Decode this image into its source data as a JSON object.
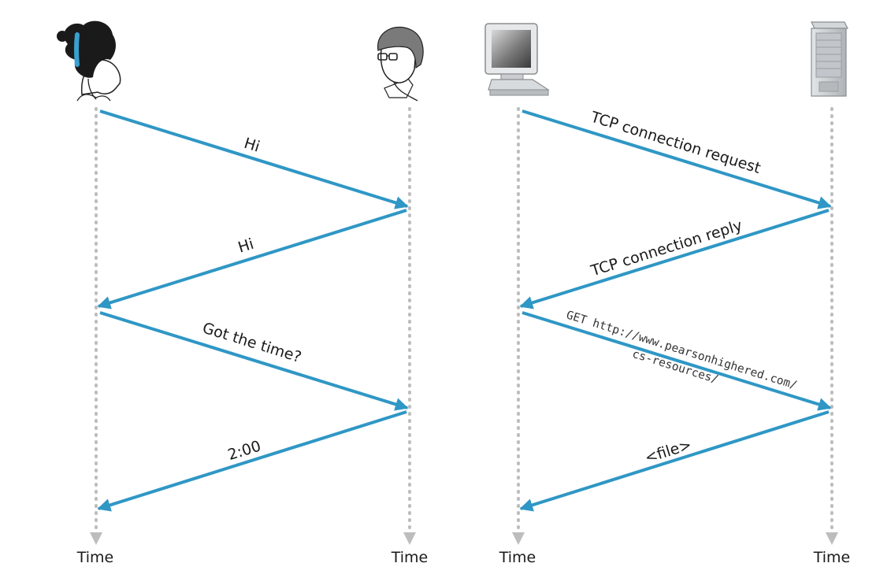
{
  "time_label": "Time",
  "colors": {
    "arrow": "#2f97c5",
    "timeline": "#bdbdbd",
    "text": "#1a1a1a"
  },
  "icons": [
    "woman-icon",
    "man-icon",
    "computer-icon",
    "server-icon"
  ],
  "human_protocol": {
    "messages": [
      "Hi",
      "Hi",
      "Got the time?",
      "2:00"
    ]
  },
  "network_protocol": {
    "messages": [
      "TCP connection request",
      "TCP connection reply",
      "GET http://www.pearsonhighered.com/",
      "cs-resources/",
      "<file>"
    ]
  }
}
